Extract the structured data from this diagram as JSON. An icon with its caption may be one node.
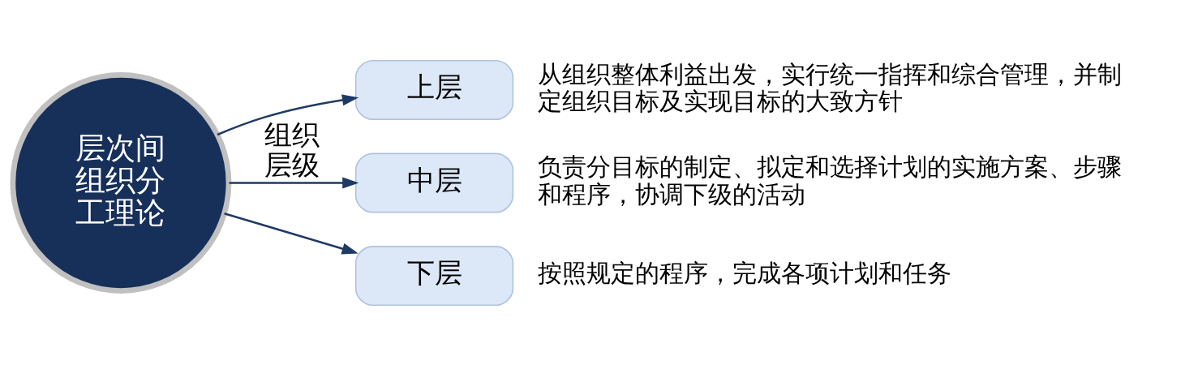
{
  "diagram": {
    "nodes": [
      {
        "text": [
          "层次间组织分工理论"
        ]
      },
      {
        "text": [
          "上层"
        ],
        "beside": [
          "从组织整体利益出发，实行统一指挥和综合管理，并制定组织目标及实现目标的大致方针"
        ]
      },
      {
        "text": [
          "中层"
        ],
        "beside": [
          "负责分目标的制定、拟定和选择计划的实施方案、步骤和程序，协调下级的活动"
        ]
      },
      {
        "text": [
          "下层"
        ],
        "beside": [
          "按照规定的程序，完成各项计划和任务"
        ]
      }
    ],
    "edges": [
      {
        "from": 0,
        "to": 1,
        "arrow": "to"
      },
      {
        "from": 0,
        "to": 2,
        "arrow": "to",
        "label": "组织层级"
      },
      {
        "from": 0,
        "to": 3,
        "arrow": "to"
      }
    ]
  }
}
